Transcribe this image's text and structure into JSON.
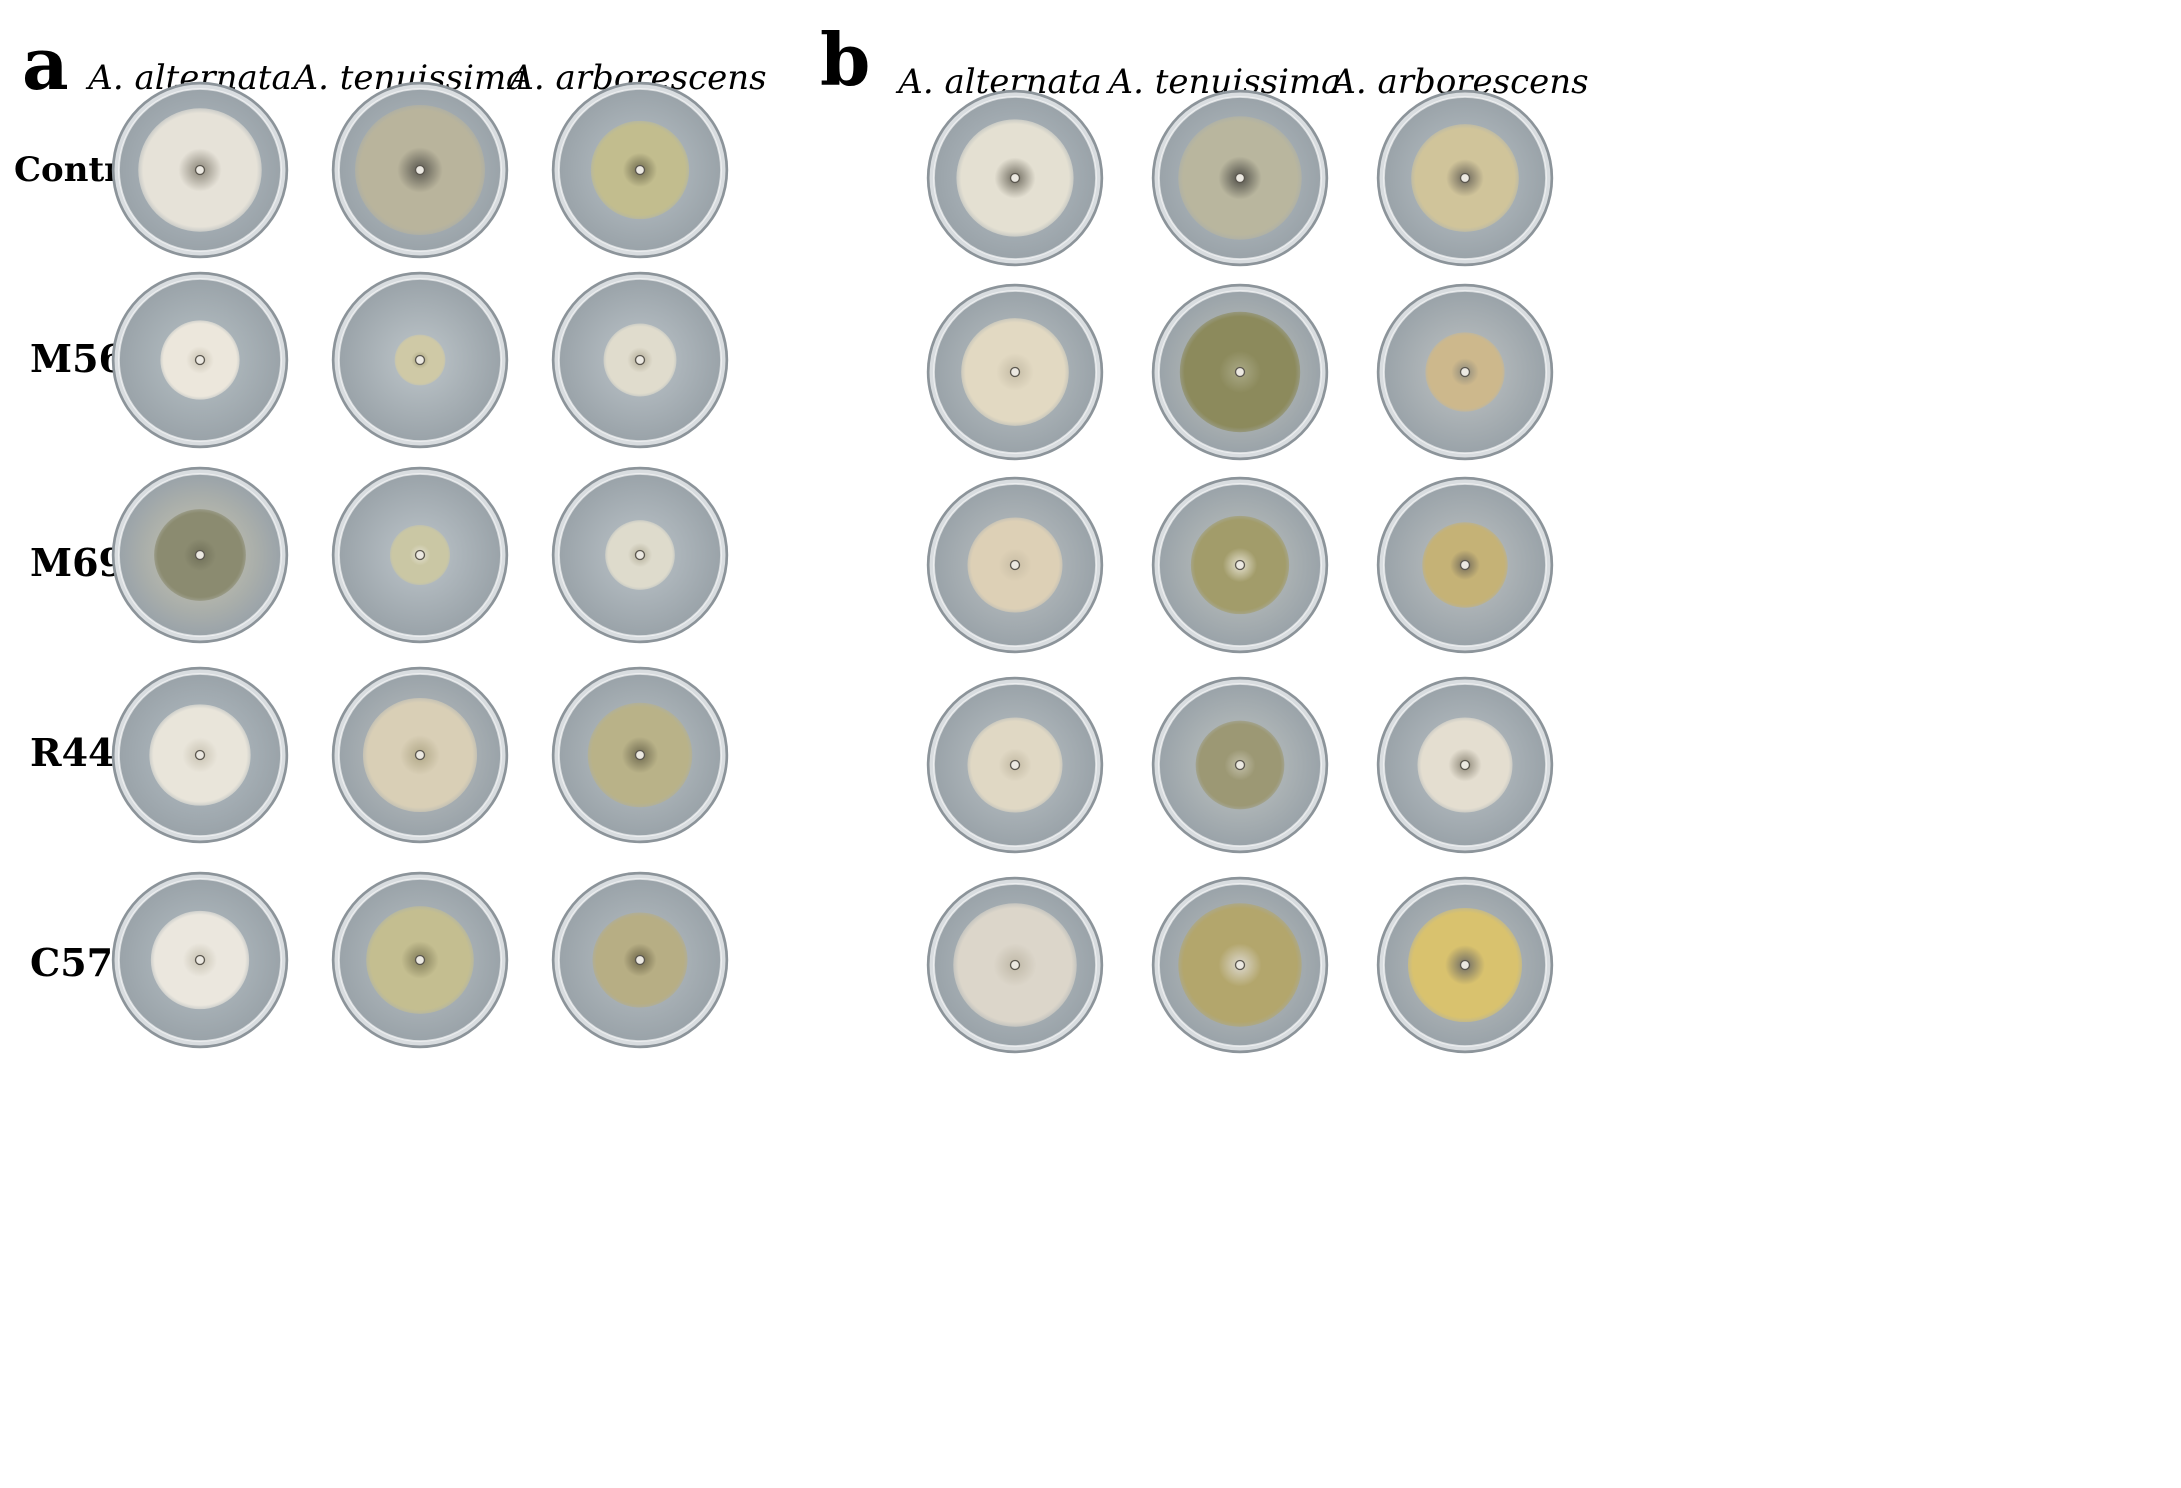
{
  "panels": [
    {
      "letter": "a",
      "columns": [
        "A. alternata",
        "A. tenuissima",
        "A. arborescens"
      ],
      "rows": [
        {
          "label": "Control",
          "plates": [
            {
              "colony": "#e6e2d8",
              "center": "#8a8578",
              "coverage": 0.78,
              "medium": "#b7c0c7"
            },
            {
              "colony": "#b9b49c",
              "center": "#5a5850",
              "coverage": 0.82,
              "medium": "#b9c2c6"
            },
            {
              "colony": "#c2bd8e",
              "center": "#6e6a4e",
              "coverage": 0.62,
              "medium": "#bac3c8"
            }
          ]
        },
        {
          "label": "M56",
          "plates": [
            {
              "colony": "#ece7dc",
              "center": "#c8c2b2",
              "coverage": 0.5,
              "medium": "#b8c2c6"
            },
            {
              "colony": "#cfc9a6",
              "center": "#9e9a76",
              "coverage": 0.32,
              "medium": "#bec6ca"
            },
            {
              "colony": "#e0dccd",
              "center": "#b0aa95",
              "coverage": 0.46,
              "medium": "#bdc5ca"
            }
          ]
        },
        {
          "label": "M69",
          "plates": [
            {
              "colony": "#8b8b70",
              "center": "#6f6f58",
              "coverage": 0.58,
              "medium": "#cdc8ae"
            },
            {
              "colony": "#cac7a4",
              "center": "#e6e3d6",
              "coverage": 0.38,
              "medium": "#bdc5ca"
            },
            {
              "colony": "#dedbcc",
              "center": "#b2ad98",
              "coverage": 0.44,
              "medium": "#bcc4c9"
            }
          ]
        },
        {
          "label": "R44",
          "plates": [
            {
              "colony": "#e9e5da",
              "center": "#c9c3b3",
              "coverage": 0.64,
              "medium": "#b6c0c6"
            },
            {
              "colony": "#d9cfb6",
              "center": "#b1a888",
              "coverage": 0.72,
              "medium": "#c0c4c4"
            },
            {
              "colony": "#b9b288",
              "center": "#6f6a50",
              "coverage": 0.66,
              "medium": "#bbc3c6"
            }
          ]
        },
        {
          "label": "C57",
          "plates": [
            {
              "colony": "#ebe7de",
              "center": "#c7c2b2",
              "coverage": 0.62,
              "medium": "#b7c1c6"
            },
            {
              "colony": "#c4be90",
              "center": "#807b58",
              "coverage": 0.68,
              "medium": "#bac2c5"
            },
            {
              "colony": "#b7ae84",
              "center": "#6c6548",
              "coverage": 0.6,
              "medium": "#b8c0c4"
            }
          ]
        }
      ]
    },
    {
      "letter": "b",
      "columns": [
        "A. alternata",
        "A. tenuissima",
        "A. arborescens"
      ],
      "rows": [
        {
          "plates": [
            {
              "colony": "#e4e0d2",
              "center": "#6e6a5e",
              "coverage": 0.74,
              "medium": "#b7c0c6"
            },
            {
              "colony": "#b9b69e",
              "center": "#4f4e48",
              "coverage": 0.78,
              "medium": "#bac2c6"
            },
            {
              "colony": "#d0c49a",
              "center": "#6a655a",
              "coverage": 0.68,
              "medium": "#bcc4c8"
            }
          ]
        },
        {
          "plates": [
            {
              "colony": "#e2d9c2",
              "center": "#c5bca6",
              "coverage": 0.68,
              "medium": "#bdc4c6"
            },
            {
              "colony": "#8c8a5c",
              "center": "#a9a886",
              "coverage": 0.76,
              "medium": "#c6c8bf"
            },
            {
              "colony": "#cdb88c",
              "center": "#8d8a7d",
              "coverage": 0.5,
              "medium": "#c0c4c4"
            }
          ]
        },
        {
          "plates": [
            {
              "colony": "#ddd0b6",
              "center": "#c9bea6",
              "coverage": 0.6,
              "medium": "#bec3c4"
            },
            {
              "colony": "#a29c6a",
              "center": "#e6e2d2",
              "coverage": 0.62,
              "medium": "#c2c6c1"
            },
            {
              "colony": "#c5b276",
              "center": "#70695a",
              "coverage": 0.54,
              "medium": "#bfc3c3"
            }
          ]
        },
        {
          "plates": [
            {
              "colony": "#e0d8c4",
              "center": "#c3baa4",
              "coverage": 0.6,
              "medium": "#bcc3c6"
            },
            {
              "colony": "#9c9874",
              "center": "#c2bfaa",
              "coverage": 0.56,
              "medium": "#c1c6c3"
            },
            {
              "colony": "#e4ded0",
              "center": "#8c8676",
              "coverage": 0.6,
              "medium": "#bcc3c7"
            }
          ]
        },
        {
          "plates": [
            {
              "colony": "#dcd6ca",
              "center": "#c0b9a8",
              "coverage": 0.78,
              "medium": "#b9c1c5"
            },
            {
              "colony": "#b3a66c",
              "center": "#dcd8cf",
              "coverage": 0.78,
              "medium": "#c0c4c1"
            },
            {
              "colony": "#d9c26e",
              "center": "#6e6c66",
              "coverage": 0.72,
              "medium": "#bfc3c2"
            }
          ]
        }
      ]
    }
  ]
}
